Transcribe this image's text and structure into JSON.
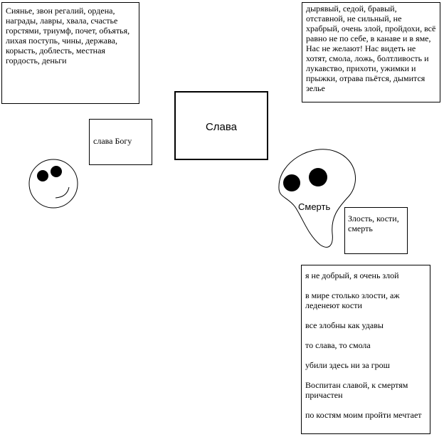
{
  "top_left_box": {
    "text": "Сиянье, звон регалий, ордена, награды, лавры, хвала, счастье горстями, триумф, почет, объятья, лихая поступь, чины, держава, корысть, доблесть, местная гордость, деньги"
  },
  "top_right_box": {
    "text": "дырявый, седой, бравый, отставной, не сильный, не храбрый, очень злой, пройдохи, всё равно не по себе, в канаве и в яме, Нас не желают! Нас видеть не хотят, смола, ложь, болтливость и лукавство, прихоти, ужимки и прыжки, отрава пьётся, дымится зелье"
  },
  "slava_bogu_box": {
    "text": "слава Богу"
  },
  "slava_box": {
    "text": "Слава"
  },
  "smert": {
    "label": "Смерть"
  },
  "zlost_box": {
    "text": "Злость, кости, смерть"
  },
  "lines_box": {
    "items": [
      "я не добрый, я очень злой",
      "в мире столько злости, аж леденеют кости",
      "все злобны как удавы",
      "то слава, то смола",
      "убили здесь ни за грош",
      "Воспитан славой, к смертям причастен",
      "по костям моим пройти мечтает"
    ]
  }
}
